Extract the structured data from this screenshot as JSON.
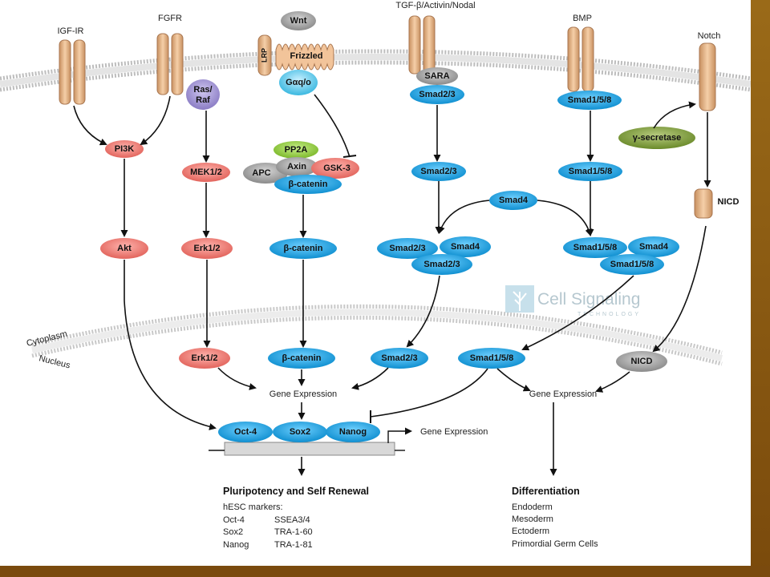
{
  "receptors": {
    "igf": "IGF-IR",
    "fgfr": "FGFR",
    "wnt": "Wnt",
    "lrp": "LRP",
    "frizzled": "Frizzled",
    "tgf": "TGF-β/Activin/Nodal",
    "bmp": "BMP",
    "notch": "Notch"
  },
  "nodes": {
    "ras_raf": [
      "Ras/",
      "Raf"
    ],
    "gaq": "Gαq/o",
    "sara": "SARA",
    "smad23_top": "Smad2/3",
    "smad158_top": "Smad1/5/8",
    "pi3k": "PI3K",
    "mek": "MEK1/2",
    "pp2a": "PP2A",
    "axin": "Axin",
    "gsk3": "GSK-3",
    "apc": "APC",
    "bcat1": "β-catenin",
    "gamma_secretase": "γ-secretase",
    "smad23_mid": "Smad2/3",
    "smad158_mid": "Smad1/5/8",
    "smad4": "Smad4",
    "nicd_cyto": "NICD",
    "akt": "Akt",
    "erk_cyto": "Erk1/2",
    "bcat2": "β-catenin",
    "cmplx_a_s23": "Smad2/3",
    "cmplx_a_s4": "Smad4",
    "cmplx_a_s23b": "Smad2/3",
    "cmplx_b_s158": "Smad1/5/8",
    "cmplx_b_s4": "Smad4",
    "cmplx_b_s158b": "Smad1/5/8",
    "erk_nuc": "Erk1/2",
    "bcat_nuc": "β-catenin",
    "smad23_nuc": "Smad2/3",
    "smad158_nuc": "Smad1/5/8",
    "nicd_nuc": "NICD",
    "oct4": "Oct-4",
    "sox2": "Sox2",
    "nanog": "Nanog"
  },
  "labels": {
    "cytoplasm": "Cytoplasm",
    "nucleus": "Nucleus",
    "gene_expr_left": "Gene Expression",
    "gene_expr_right": "Gene Expression",
    "gene_expr_promoter": "Gene Expression"
  },
  "logo": {
    "name": "Cell Signaling",
    "sub": "TECHNOLOGY"
  },
  "outcomes": {
    "pluripotency": {
      "title": "Pluripotency and Self Renewal",
      "subtitle": "hESC markers:",
      "rows": [
        [
          "Oct-4",
          "SSEA3/4"
        ],
        [
          "Sox2",
          "TRA-1-60"
        ],
        [
          "Nanog",
          "TRA-1-81"
        ]
      ]
    },
    "differentiation": {
      "title": "Differentiation",
      "items": [
        "Endoderm",
        "Mesoderm",
        "Ectoderm",
        "Primordial Germ Cells"
      ]
    }
  },
  "colors": {
    "blue": "#1aa0e0",
    "red": "#ec7f78",
    "purple": "#9b8ecf",
    "gray": "#9a9a9a",
    "green": "#8cc63f",
    "olive": "#7a9a3a",
    "tan": "#e8b48a"
  }
}
